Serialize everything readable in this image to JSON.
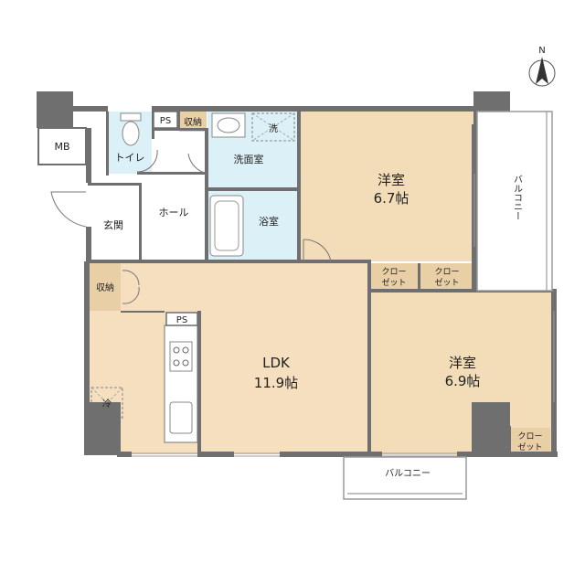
{
  "colors": {
    "wall": "#6f6f6f",
    "ldk_floor": "#f6dfbf",
    "wood_floor": "#f2ddb8",
    "wet_floor": "#dcf0f7",
    "closet": "#e9cfa6",
    "plain_floor": "#ffffff",
    "balcony_line": "#9a9a9a"
  },
  "rooms": {
    "mb": "MB",
    "toilet": "トイレ",
    "ps_top": "PS",
    "storage_top": "収納",
    "washer": "洗",
    "washroom": "洗面室",
    "entrance": "玄関",
    "hall": "ホール",
    "bath": "浴室",
    "storage_left": "収納",
    "ps_kitchen": "PS",
    "fridge": "冷",
    "ldk_name": "LDK",
    "ldk_size": "11.9帖",
    "west_name": "洋室",
    "west_size": "6.7帖",
    "closet1_a": "クロー",
    "closet1_b": "ゼット",
    "closet2_a": "クロー",
    "closet2_b": "ゼット",
    "east_name": "洋室",
    "east_size": "6.9帖",
    "closet3_a": "クロー",
    "closet3_b": "ゼット",
    "balcony_right": "バルコニー",
    "balcony_bottom": "バルコニー"
  },
  "compass": {
    "north": "N"
  }
}
